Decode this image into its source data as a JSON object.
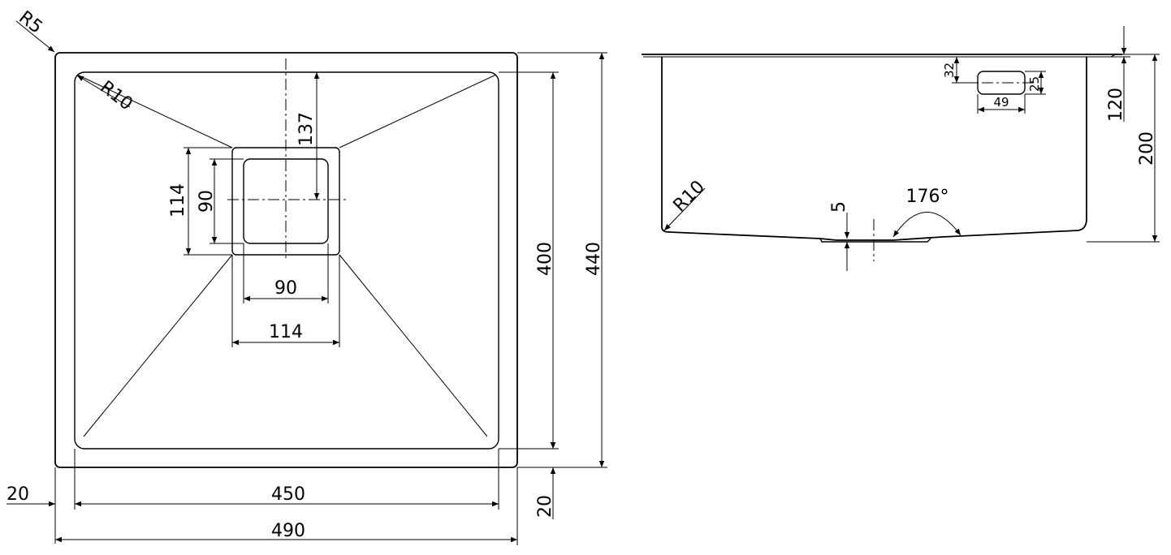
{
  "top_view": {
    "dims": {
      "outer_width": "490",
      "inner_width": "450",
      "outer_height": "440",
      "inner_height": "400",
      "flange_left": "20",
      "flange_bottom": "20",
      "drain_to_back": "137",
      "drain_outer_h": "114",
      "drain_inner_h": "90",
      "drain_inner_w": "90",
      "drain_outer_w": "114",
      "outer_radius": "R5",
      "inner_radius": "R10"
    }
  },
  "side_view": {
    "dims": {
      "overflow_offset": "32",
      "overflow_height": "25",
      "overflow_width": "49",
      "rim_height": "120",
      "depth": "200",
      "bottom_radius": "R10",
      "drain_recess": "5",
      "bottom_angle": "176°"
    }
  }
}
